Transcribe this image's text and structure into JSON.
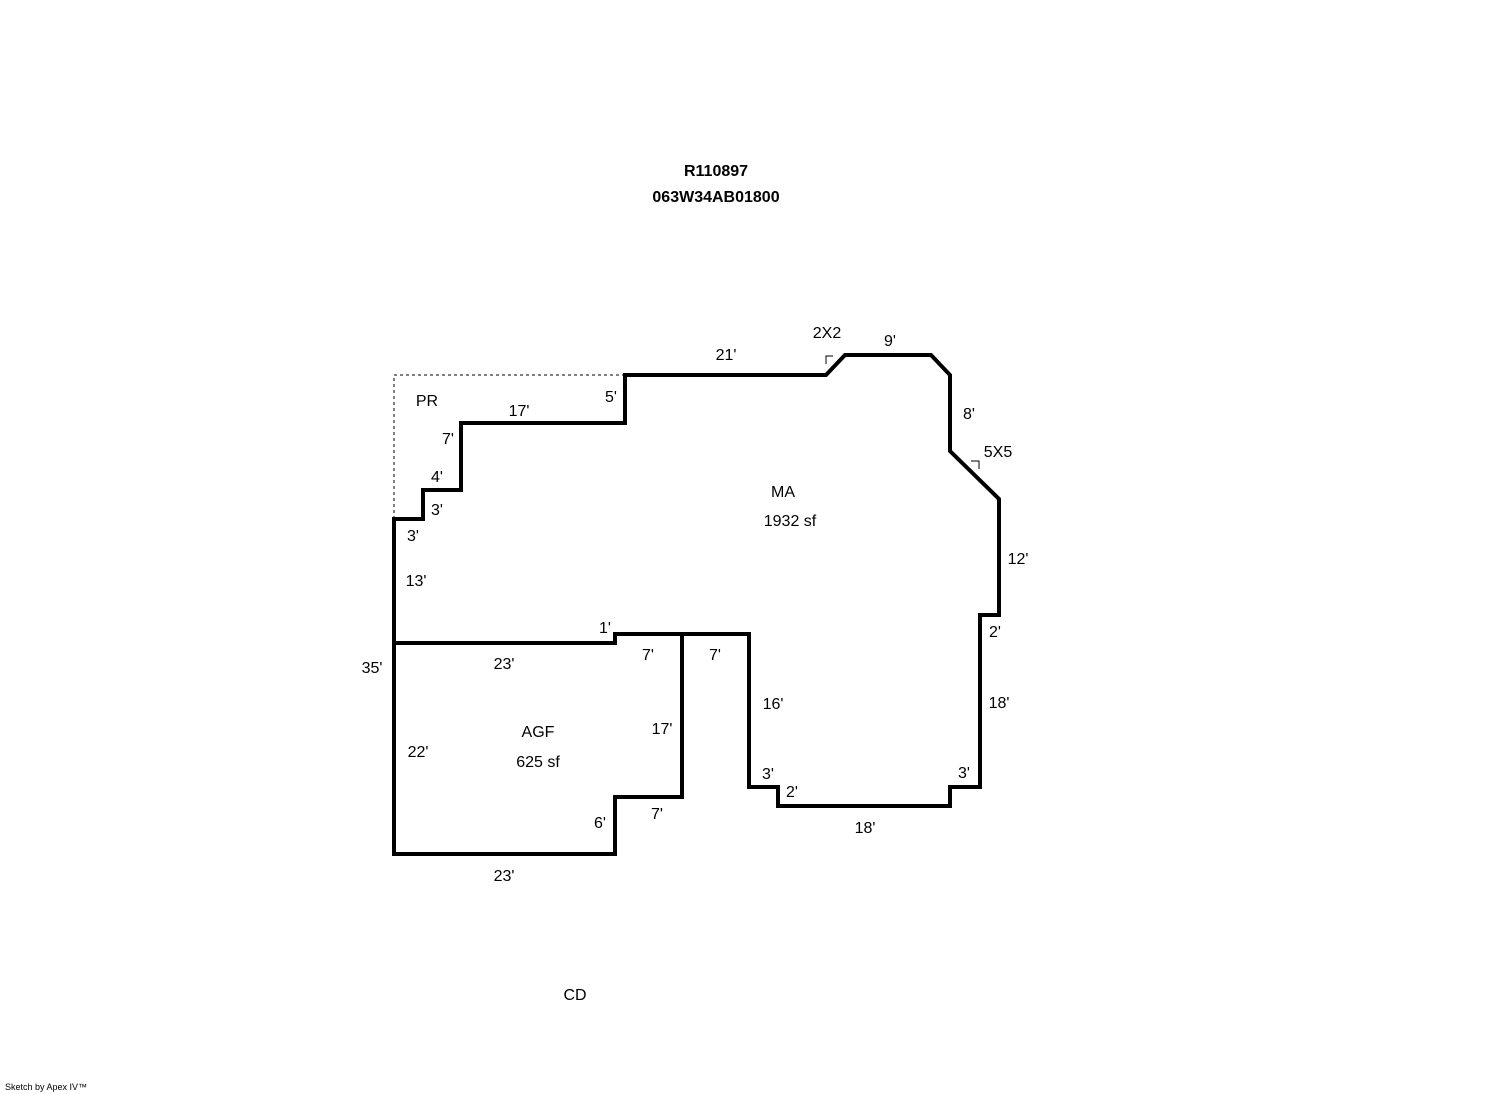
{
  "header": {
    "account": "R110897",
    "map_tax_lot": "063W34AB01800"
  },
  "areas": {
    "porch": {
      "label": "PR"
    },
    "main": {
      "label": "MA",
      "area": "1932 sf"
    },
    "garage": {
      "label": "AGF",
      "area": "625 sf"
    },
    "deck": {
      "label": "CD"
    }
  },
  "corner_notes": [
    "2X2",
    "5X5"
  ],
  "dimensions": [
    "21'",
    "9'",
    "8'",
    "12'",
    "2'",
    "18'",
    "3'",
    "18'",
    "2'",
    "3'",
    "16'",
    "7'",
    "7'",
    "17'",
    "7'",
    "6'",
    "23'",
    "22'",
    "35'",
    "23'",
    "1'",
    "13'",
    "3'",
    "3'",
    "4'",
    "7'",
    "17'",
    "5'"
  ],
  "colors": {
    "line": "#000000",
    "background": "#ffffff"
  },
  "footer": "Sketch by Apex IV™"
}
